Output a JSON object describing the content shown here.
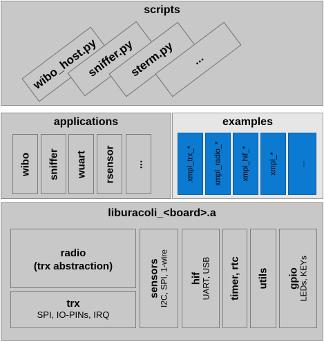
{
  "scripts": {
    "title": "scripts",
    "items": [
      "wibo_host.py",
      "sniffer.py",
      "sterm.py",
      "..."
    ]
  },
  "applications": {
    "title": "applications",
    "items": [
      "wibo",
      "sniffer",
      "wuart",
      "rsensor",
      "..."
    ]
  },
  "examples": {
    "title": "examples",
    "items": [
      "xmpl_trx_*",
      "xmpl_radio_*",
      "xmpl_hif_*",
      "xmpl_*",
      "..."
    ]
  },
  "library": {
    "title": "liburacoli_<board>.a",
    "radio": {
      "line1": "radio",
      "line2": "(trx abstraction)"
    },
    "trx": {
      "title": "trx",
      "subtitle": "SPI, IO-PINs, IRQ"
    },
    "sensors": {
      "title": "sensors",
      "subtitle": "I2C, SPI, 1-wire"
    },
    "hif": {
      "title": "hif",
      "subtitle": "UART, USB"
    },
    "timer": {
      "title": "timer, rtc"
    },
    "utils": {
      "title": "utils"
    },
    "gpio": {
      "title": "gpio",
      "subtitle": "LEDs, KEYs"
    }
  }
}
